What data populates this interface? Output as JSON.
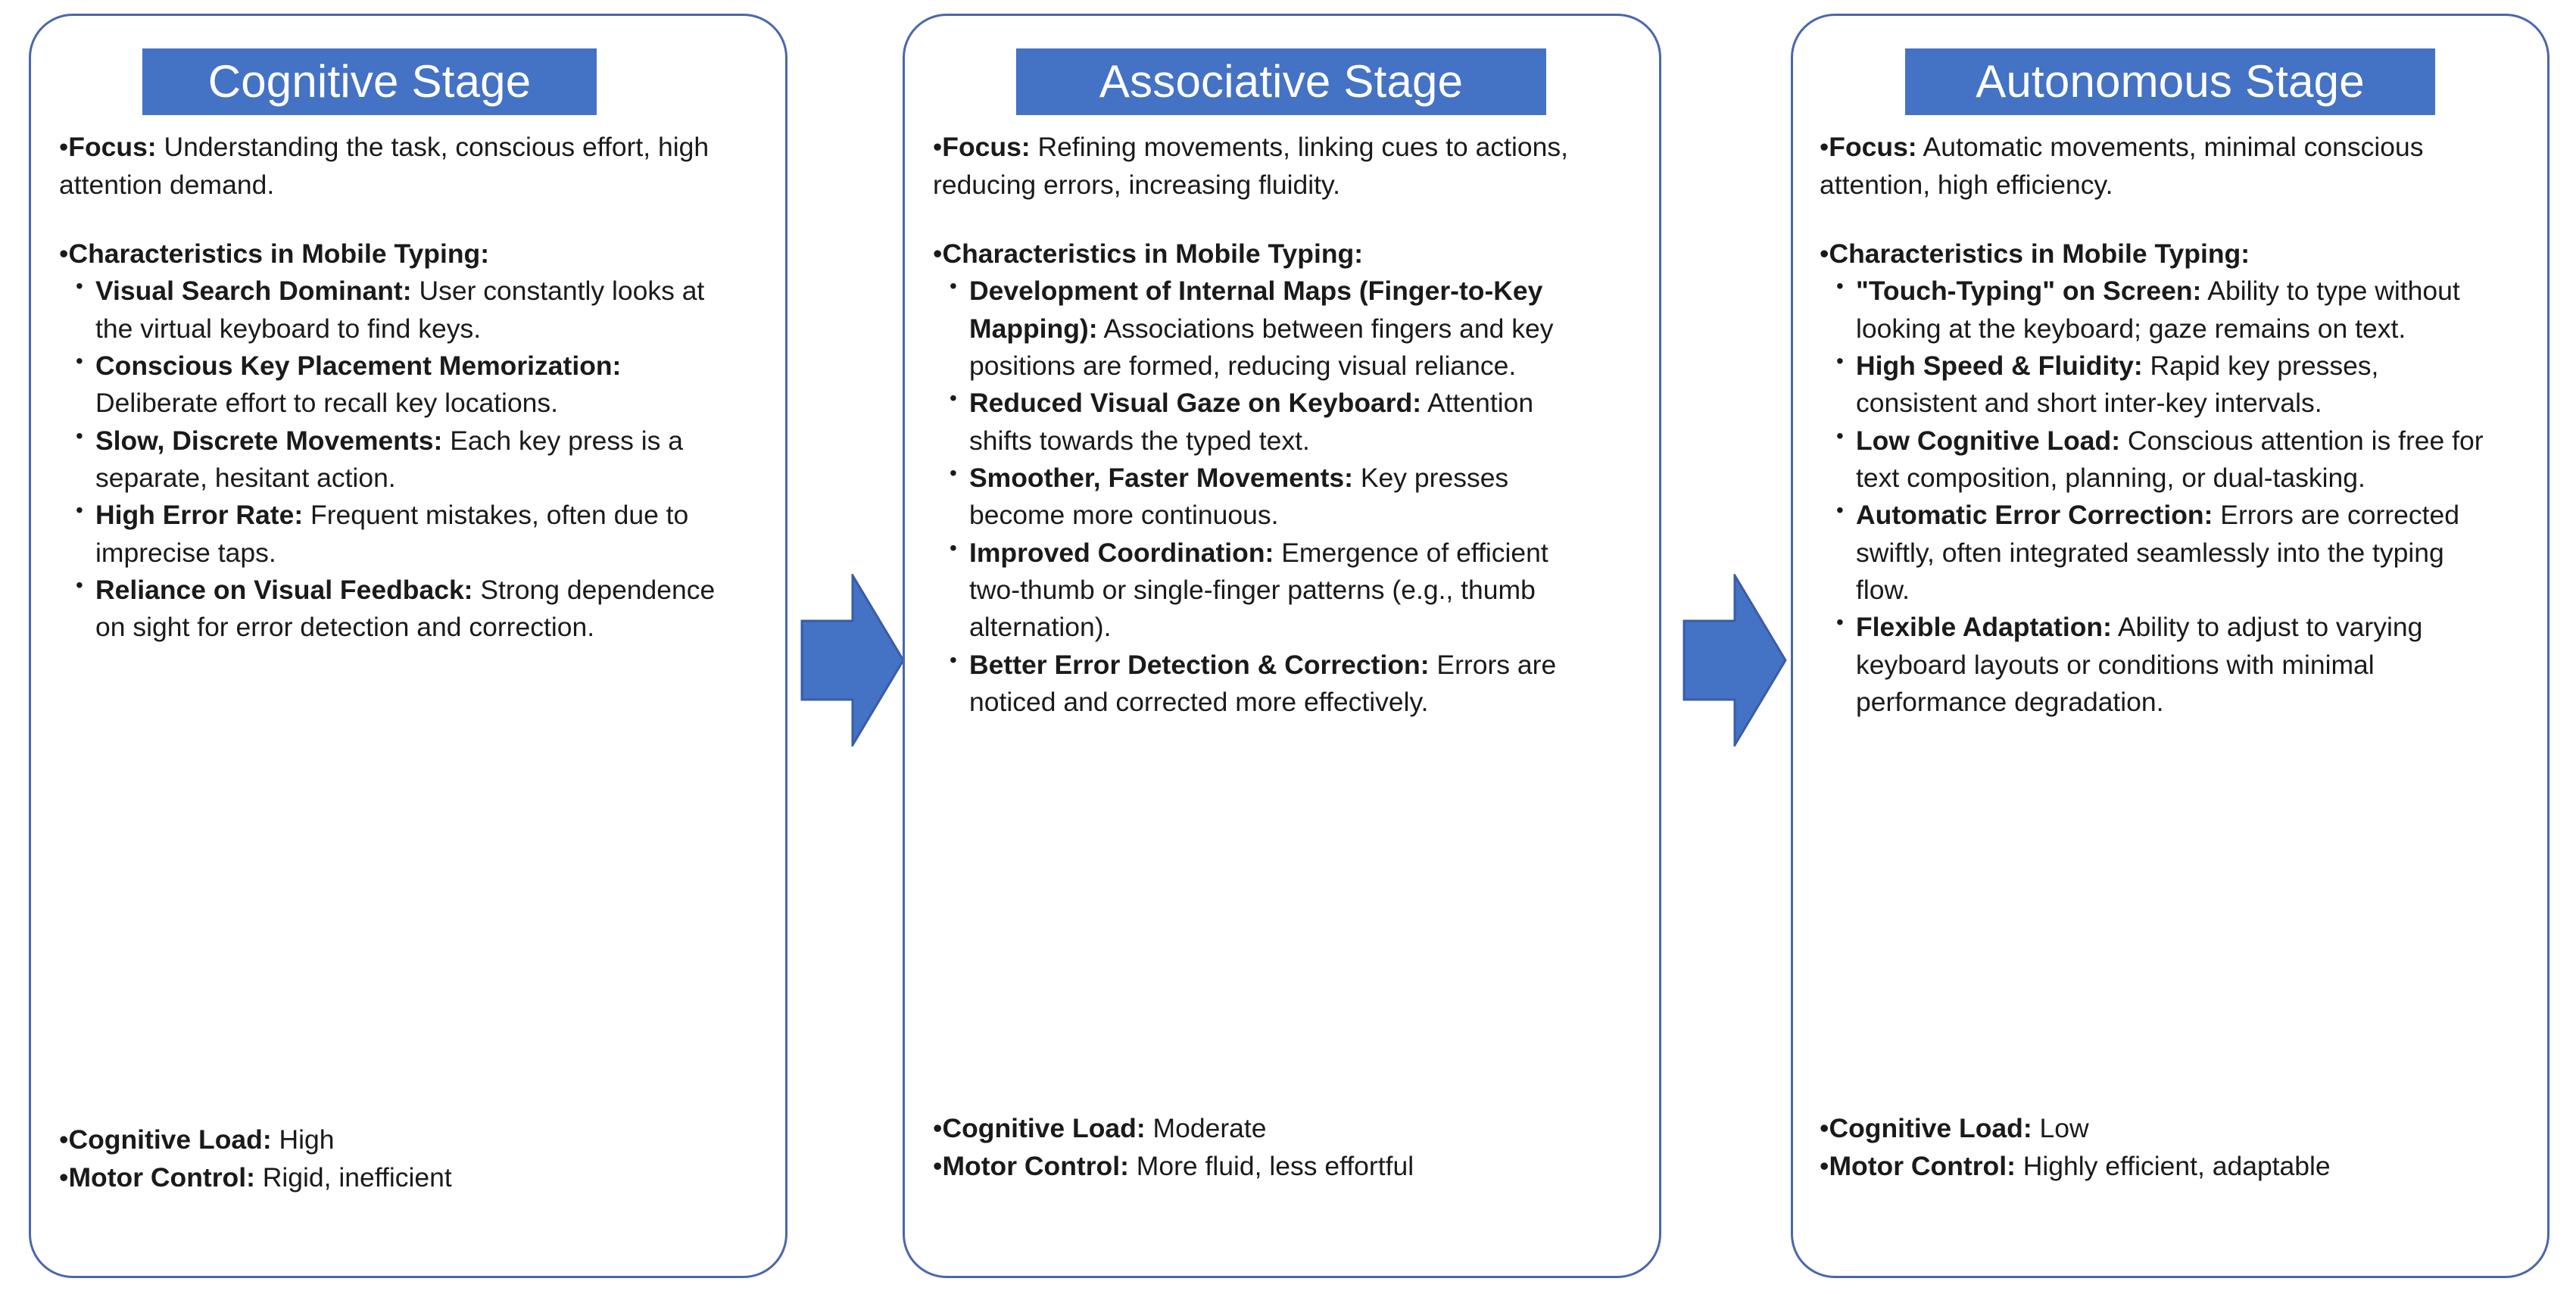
{
  "diagram": {
    "title_banner_color": "#4472c4",
    "card_border_color": "#4a66ad",
    "arrow_color": "#4472c4",
    "arrow_border_color": "#3a5ca8",
    "text_color": "#1a1a1a"
  },
  "stages": [
    {
      "title": "Cognitive Stage",
      "focus_label": "Focus:",
      "focus_text": " Understanding the task, conscious effort, high attention demand.",
      "characteristics_label": "Characteristics in Mobile Typing:",
      "characteristics": [
        {
          "term": "Visual Search Dominant:",
          "desc": " User constantly looks at the virtual keyboard to find keys."
        },
        {
          "term": "Conscious Key Placement Memorization:",
          "desc": " Deliberate effort to recall key locations."
        },
        {
          "term": "Slow, Discrete Movements:",
          "desc": " Each key press is a separate, hesitant action."
        },
        {
          "term": "High Error Rate:",
          "desc": " Frequent mistakes, often due to imprecise taps."
        },
        {
          "term": "Reliance on Visual Feedback:",
          "desc": " Strong dependence on sight for error detection and correction."
        }
      ],
      "cognitive_load_label": "Cognitive Load:",
      "cognitive_load_value": " High",
      "motor_control_label": "Motor Control:",
      "motor_control_value": " Rigid, inefficient"
    },
    {
      "title": "Associative Stage",
      "focus_label": "Focus:",
      "focus_text": " Refining movements, linking cues to actions, reducing errors, increasing fluidity.",
      "characteristics_label": "Characteristics in Mobile Typing:",
      "characteristics": [
        {
          "term": "Development of Internal Maps (Finger-to-Key Mapping):",
          "desc": " Associations between fingers and key positions are formed, reducing visual reliance."
        },
        {
          "term": "Reduced Visual Gaze on Keyboard:",
          "desc": " Attention shifts towards the typed text."
        },
        {
          "term": "Smoother, Faster Movements:",
          "desc": " Key presses become more continuous."
        },
        {
          "term": "Improved Coordination:",
          "desc": " Emergence of efficient two-thumb or single-finger patterns (e.g., thumb alternation)."
        },
        {
          "term": "Better Error Detection & Correction:",
          "desc": " Errors are noticed and corrected more effectively."
        }
      ],
      "cognitive_load_label": "Cognitive Load:",
      "cognitive_load_value": " Moderate",
      "motor_control_label": "Motor Control:",
      "motor_control_value": " More fluid, less effortful"
    },
    {
      "title": "Autonomous Stage",
      "focus_label": "Focus:",
      "focus_text": " Automatic movements, minimal conscious attention, high efficiency.",
      "characteristics_label": "Characteristics in Mobile Typing:",
      "characteristics": [
        {
          "term": "\"Touch-Typing\" on Screen:",
          "desc": " Ability to type without looking at the keyboard; gaze remains on text."
        },
        {
          "term": "High Speed & Fluidity:",
          "desc": " Rapid key presses, consistent and short inter-key intervals."
        },
        {
          "term": "Low Cognitive Load:",
          "desc": " Conscious attention is free for text composition, planning, or dual-tasking."
        },
        {
          "term": "Automatic Error Correction:",
          "desc": " Errors are corrected swiftly, often integrated seamlessly into the typing flow."
        },
        {
          "term": "Flexible Adaptation:",
          "desc": " Ability to adjust to varying keyboard layouts or conditions with minimal performance degradation."
        }
      ],
      "cognitive_load_label": "Cognitive Load:",
      "cognitive_load_value": " Low",
      "motor_control_label": "Motor Control:",
      "motor_control_value": " Highly efficient, adaptable"
    }
  ],
  "bullets": {
    "top_level": "•",
    "sub_level": "•"
  },
  "arrows": [
    {
      "name": "arrow-cognitive-to-associative"
    },
    {
      "name": "arrow-associative-to-autonomous"
    }
  ]
}
